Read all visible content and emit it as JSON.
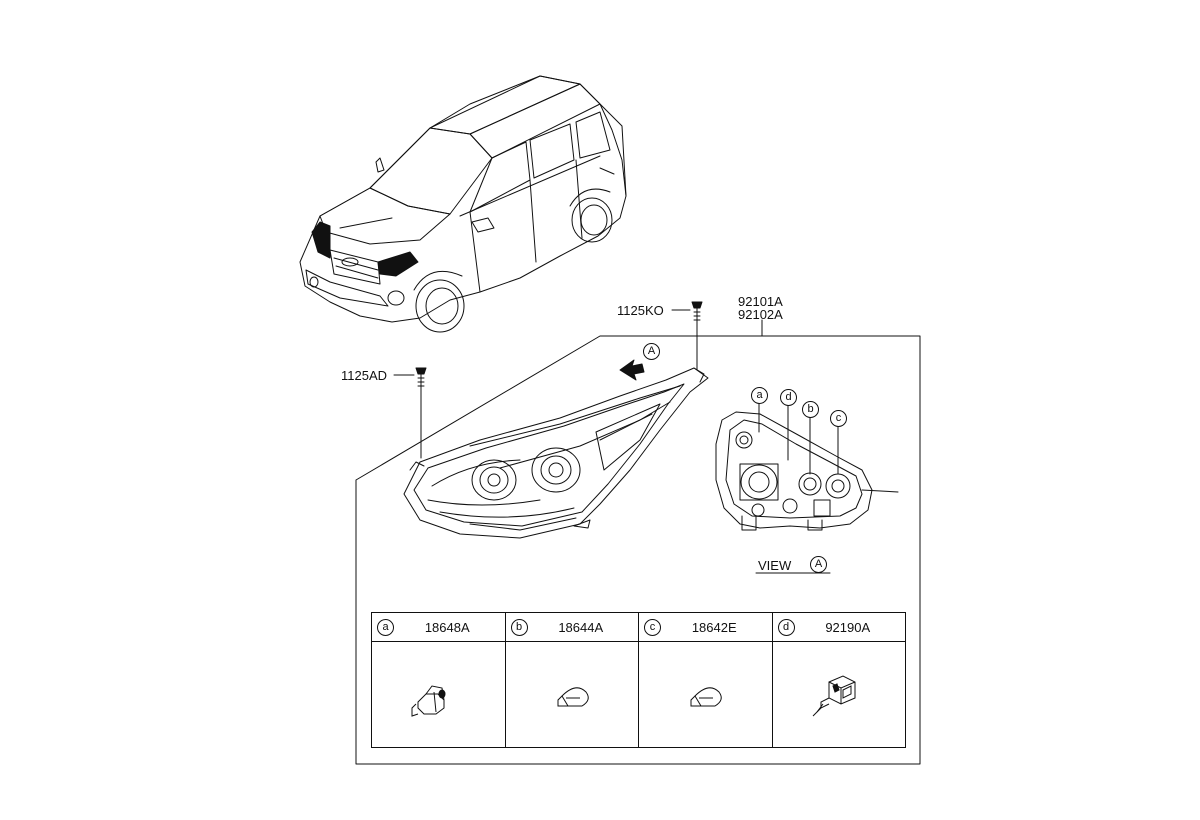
{
  "callouts": {
    "housing_lh": "92101A",
    "housing_rh": "92102A",
    "screw_top": "1125KO",
    "screw_left": "1125AD"
  },
  "view_marker": "A",
  "view_label": "VIEW",
  "socket_letters": [
    "a",
    "d",
    "b",
    "c"
  ],
  "parts": [
    {
      "letter": "a",
      "part_no": "18648A"
    },
    {
      "letter": "b",
      "part_no": "18644A"
    },
    {
      "letter": "c",
      "part_no": "18642E"
    },
    {
      "letter": "d",
      "part_no": "92190A"
    }
  ]
}
